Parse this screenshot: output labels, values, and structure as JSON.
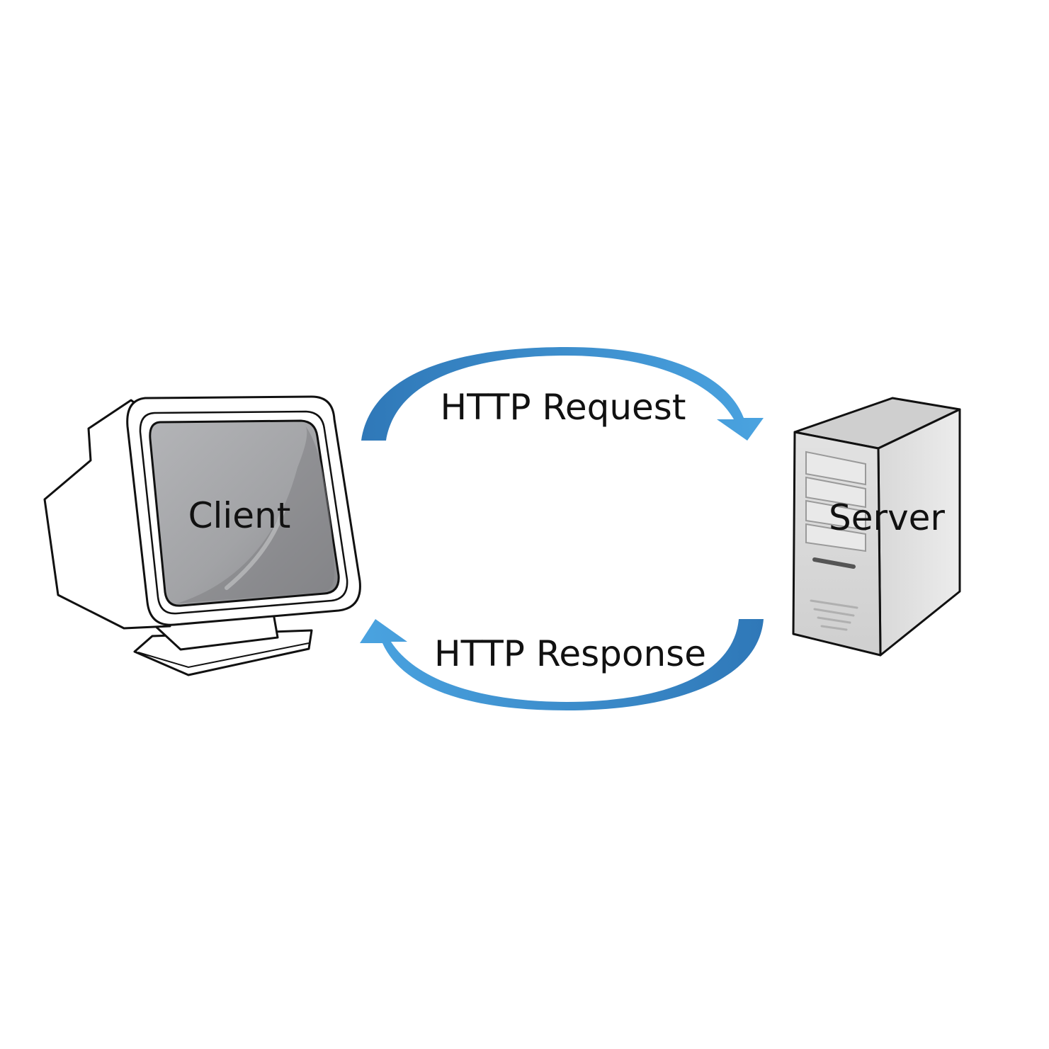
{
  "diagram": {
    "client_label": "Client",
    "server_label": "Server",
    "request_label": "HTTP Request",
    "response_label": "HTTP Response"
  },
  "colors": {
    "arrow_light": "#4aa3e0",
    "arrow_dark": "#2f78b8",
    "monitor_body": "#ffffff",
    "monitor_outline": "#111111",
    "screen_light": "#a9aaad",
    "screen_dark": "#8a8b8e",
    "server_front": "#dcdcdc",
    "server_side": "#e8e8e8",
    "server_top": "#cfcfcf"
  },
  "icons": {
    "client": "crt-monitor-icon",
    "server": "tower-server-icon"
  }
}
